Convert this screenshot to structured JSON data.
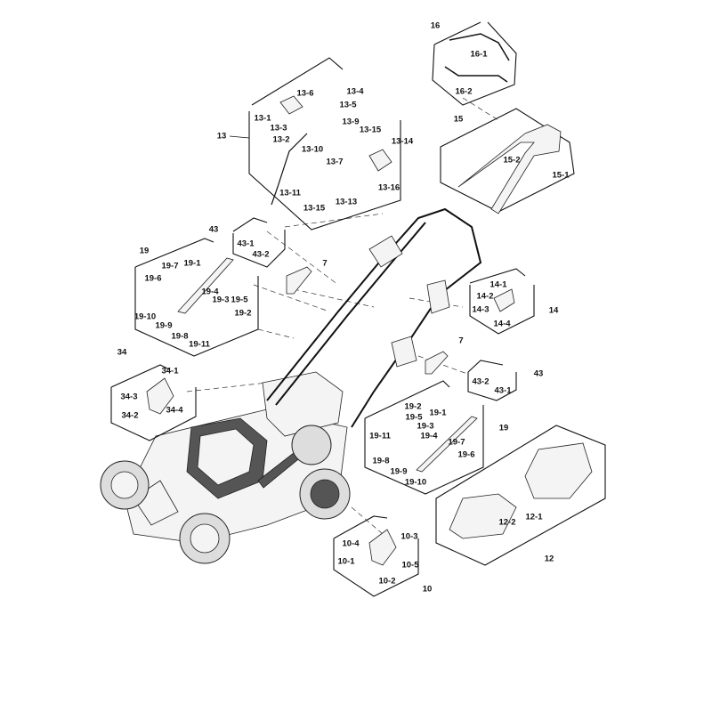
{
  "groups": {
    "g16": {
      "label": "16",
      "parts": [
        "16-1",
        "16-2"
      ]
    },
    "g15": {
      "label": "15",
      "parts": [
        "15-2",
        "15-1"
      ]
    },
    "g13": {
      "label": "13",
      "parts": [
        "13-1",
        "13-6",
        "13-4",
        "13-5",
        "13-3",
        "13-2",
        "13-9",
        "13-10",
        "13-15",
        "13-14",
        "13-7",
        "13-16",
        "13-11",
        "13-15",
        "13-13"
      ]
    },
    "g43a": {
      "label": "43",
      "parts": [
        "43-1",
        "43-2"
      ]
    },
    "g7a": {
      "label": "7"
    },
    "g19a": {
      "label": "19",
      "parts": [
        "19-7",
        "19-1",
        "19-6",
        "19-4",
        "19-3",
        "19-5",
        "19-10",
        "19-9",
        "19-2",
        "19-8",
        "19-11"
      ]
    },
    "g14": {
      "label": "14",
      "parts": [
        "14-1",
        "14-2",
        "14-3",
        "14-4"
      ]
    },
    "g7b": {
      "label": "7"
    },
    "g43b": {
      "label": "43",
      "parts": [
        "43-2",
        "43-1"
      ]
    },
    "g19b": {
      "label": "19",
      "parts": [
        "19-2",
        "19-5",
        "19-1",
        "19-3",
        "19-11",
        "19-4",
        "19-7",
        "19-8",
        "19-6",
        "19-9",
        "19-10"
      ]
    },
    "g34": {
      "label": "34",
      "parts": [
        "34-1",
        "34-3",
        "34-2",
        "34-4"
      ]
    },
    "g12": {
      "label": "12",
      "parts": [
        "12-2",
        "12-1"
      ]
    },
    "g10": {
      "label": "10",
      "parts": [
        "10-4",
        "10-3",
        "10-1",
        "10-5",
        "10-2"
      ]
    }
  }
}
